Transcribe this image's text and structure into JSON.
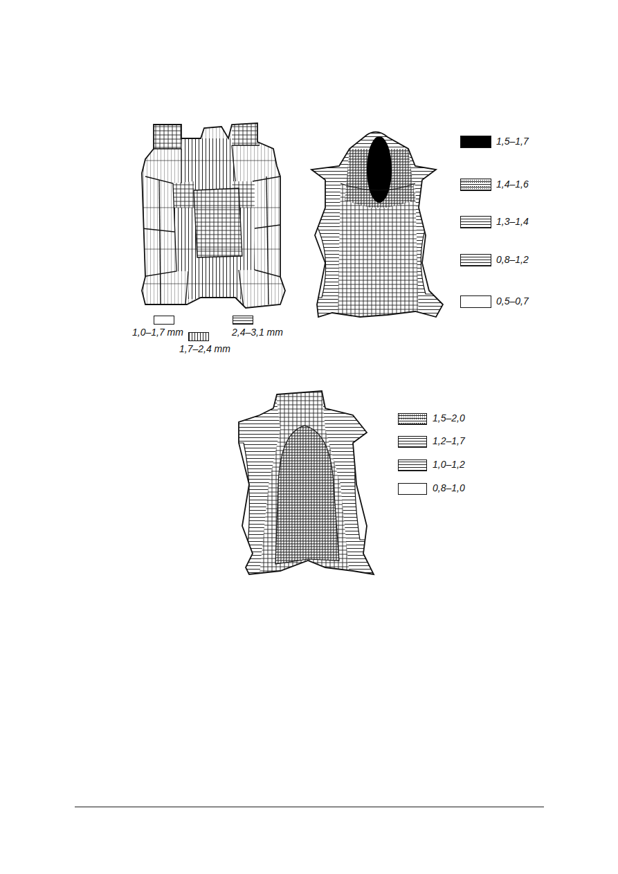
{
  "diagram": {
    "legend": [
      {
        "text": "1,0–1,7 mm",
        "color": "#ffffff"
      },
      {
        "text": "2,4–3,1 mm"
      },
      {
        "text": "1,7–2,4 mm"
      },
      {
        "text": "1,5–1,7",
        "color": "#000000"
      },
      {
        "text": "1,4–1,6"
      },
      {
        "text": "1,3–1,4"
      },
      {
        "text": "0,8–1,2"
      },
      {
        "text": "0,5–0,7",
        "color": "#ffffff"
      },
      {
        "text": "1,5–2,0"
      },
      {
        "text": "1,2–1,7"
      },
      {
        "text": "1,0–1,2"
      },
      {
        "text": "0,8–1,0",
        "color": "#ffffff"
      }
    ]
  }
}
